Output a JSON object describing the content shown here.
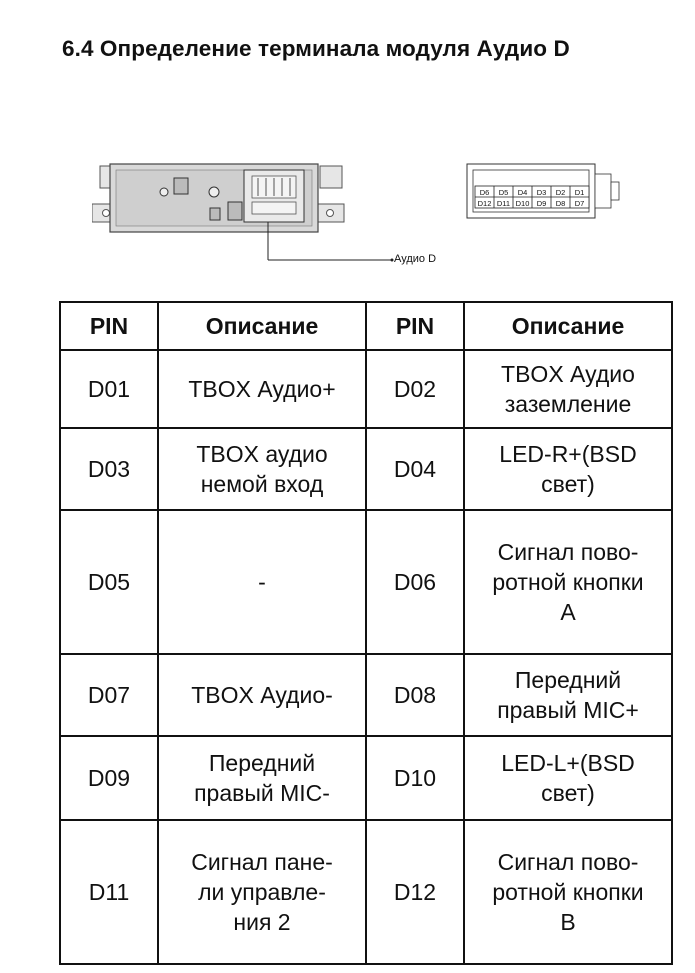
{
  "title": "6.4 Определение терминала модуля Аудио D",
  "callout_label": "Аудио D",
  "connector_top_row": [
    "D6",
    "D5",
    "D4",
    "D3",
    "D2",
    "D1"
  ],
  "connector_bottom_row": [
    "D12",
    "D11",
    "D10",
    "D9",
    "D8",
    "D7"
  ],
  "table": {
    "headers": [
      "PIN",
      "Описание",
      "PIN",
      "Описание"
    ],
    "rows": [
      {
        "pin1": "D01",
        "desc1": "TBOX Аудио+",
        "pin2": "D02",
        "desc2": "TBOX Аудио\nзаземление"
      },
      {
        "pin1": "D03",
        "desc1": "TBOX аудио\nнемой вход",
        "pin2": "D04",
        "desc2": "LED-R+(BSD\nсвет)"
      },
      {
        "pin1": "D05",
        "desc1": "-",
        "pin2": "D06",
        "desc2": "Сигнал пово-\nротной кнопки\nA"
      },
      {
        "pin1": "D07",
        "desc1": "TBOX Аудио-",
        "pin2": "D08",
        "desc2": "Передний\nправый MIC+"
      },
      {
        "pin1": "D09",
        "desc1": "Передний\nправый MIC-",
        "pin2": "D10",
        "desc2": "LED-L+(BSD\nсвет)"
      },
      {
        "pin1": "D11",
        "desc1": "Сигнал пане-\nли управле-\nния 2",
        "pin2": "D12",
        "desc2": "Сигнал пово-\nротной кнопки\nB"
      }
    ]
  }
}
